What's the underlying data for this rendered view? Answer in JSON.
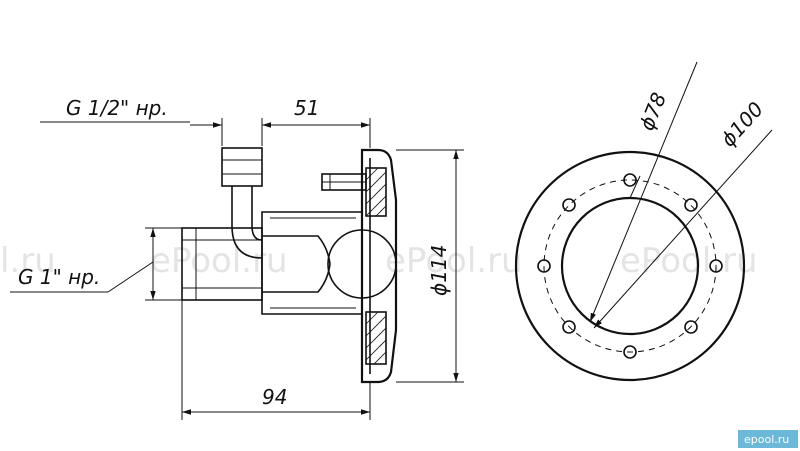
{
  "side_view": {
    "thread_top_label": "G 1/2\" нр.",
    "thread_side_label": "G 1\" нр.",
    "dim_width_top": "51",
    "dim_length_bottom": "94",
    "dim_flange_diameter": "ϕ114"
  },
  "front_view": {
    "dim_inner_circle": "ϕ78",
    "dim_bolt_circle": "ϕ100"
  },
  "watermarks": [
    "l.ru",
    "ePool.ru",
    "ePool.ru",
    "ePool.ru"
  ],
  "logo": "epool.ru"
}
